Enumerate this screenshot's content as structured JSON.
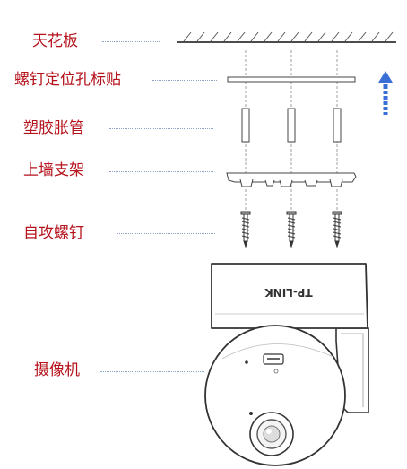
{
  "labels": {
    "ceiling": "天花板",
    "locating_sticker": "螺钉定位孔标贴",
    "anchors": "塑胶胀管",
    "wall_bracket": "上墙支架",
    "screws": "自攻螺钉",
    "camera": "摄像机"
  },
  "camera_brand": "TP-LINK",
  "icons": {
    "direction": "up-arrow-icon"
  },
  "colors": {
    "label_text": "#b5121b",
    "leader_line": "#8aa3c7",
    "arrow": "#3a6fd8",
    "outline": "#333333"
  }
}
